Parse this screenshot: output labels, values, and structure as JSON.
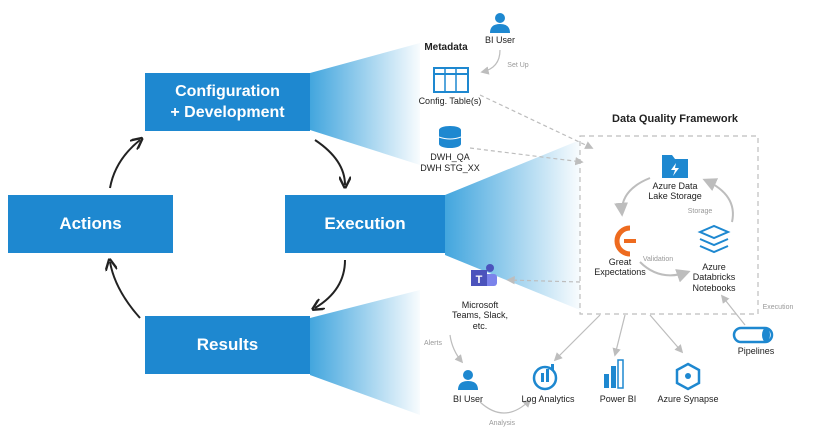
{
  "cycle": {
    "configuration": [
      "Configuration",
      "+ Development"
    ],
    "execution": "Execution",
    "results": "Results",
    "actions": "Actions"
  },
  "metadata": {
    "title": "Metadata",
    "bi_user_top": "BI User",
    "set_up": "Set Up",
    "config_table": "Config. Table(s)",
    "dwh_qa": "DWH_QA",
    "dwh_stg": "DWH STG_XX"
  },
  "dq_framework": {
    "title": "Data Quality Framework",
    "adls": [
      "Azure Data",
      "Lake Storage"
    ],
    "storage": "Storage",
    "great_expectations": [
      "Great",
      "Expectations"
    ],
    "validation": "Validation",
    "databricks": [
      "Azure",
      "Databricks",
      "Notebooks"
    ]
  },
  "outputs": {
    "teams": [
      "Microsoft",
      "Teams, Slack,",
      "etc."
    ],
    "alerts": "Alerts",
    "bi_user_bottom": "BI User",
    "analysis": "Analysis",
    "log_analytics": "Log Analytics",
    "power_bi": "Power BI",
    "azure_synapse": "Azure Synapse",
    "pipelines": "Pipelines",
    "execution_small": "Execution"
  },
  "colors": {
    "primary_blue": "#1e88d0",
    "light_blue": "#cfe9f8",
    "icon_blue": "#1e88d0",
    "great_expectations_orange": "#ee6b1f",
    "arrow_gray": "#bdbdbd"
  }
}
